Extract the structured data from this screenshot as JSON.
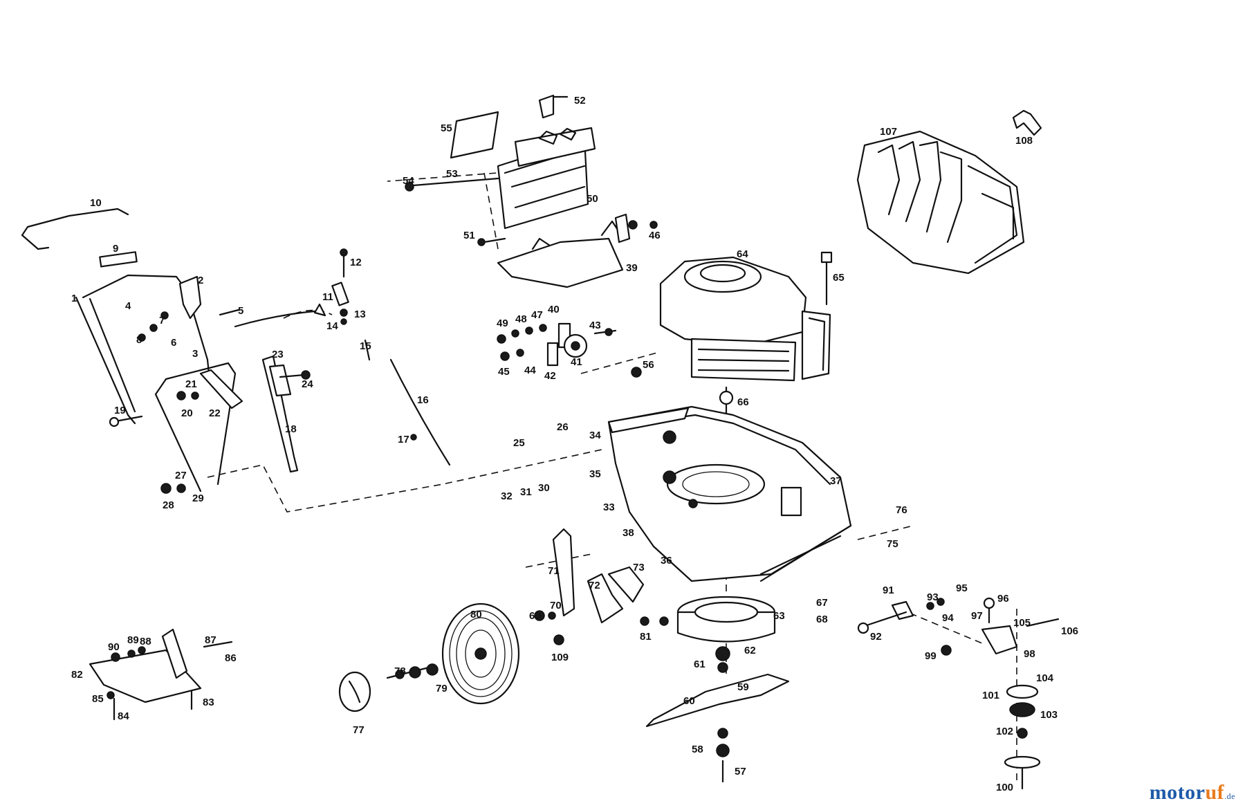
{
  "watermark": {
    "brand_prefix": "motor",
    "brand_suffix": "uf",
    "domain": ".de",
    "color_prefix": "#1e5aa8",
    "color_suffix": "#e87b1c"
  },
  "part_numbers": [
    "1",
    "2",
    "3",
    "4",
    "5",
    "6",
    "7",
    "8",
    "9",
    "10",
    "11",
    "12",
    "13",
    "14",
    "15",
    "16",
    "17",
    "18",
    "19",
    "20",
    "21",
    "22",
    "23",
    "24",
    "25",
    "26",
    "27",
    "28",
    "29",
    "30",
    "31",
    "32",
    "33",
    "34",
    "35",
    "36",
    "37",
    "38",
    "39",
    "40",
    "41",
    "42",
    "43",
    "44",
    "45",
    "46",
    "47",
    "48",
    "49",
    "50",
    "51",
    "52",
    "53",
    "54",
    "55",
    "56",
    "57",
    "58",
    "59",
    "60",
    "61",
    "62",
    "63",
    "64",
    "65",
    "66",
    "67",
    "68",
    "69",
    "70",
    "71",
    "72",
    "73",
    "75",
    "76",
    "77",
    "78",
    "79",
    "80",
    "81",
    "82",
    "83",
    "84",
    "85",
    "86",
    "87",
    "88",
    "89",
    "90",
    "91",
    "92",
    "93",
    "94",
    "95",
    "96",
    "97",
    "98",
    "99",
    "100",
    "101",
    "102",
    "103",
    "104",
    "105",
    "106",
    "107",
    "108",
    "109"
  ]
}
